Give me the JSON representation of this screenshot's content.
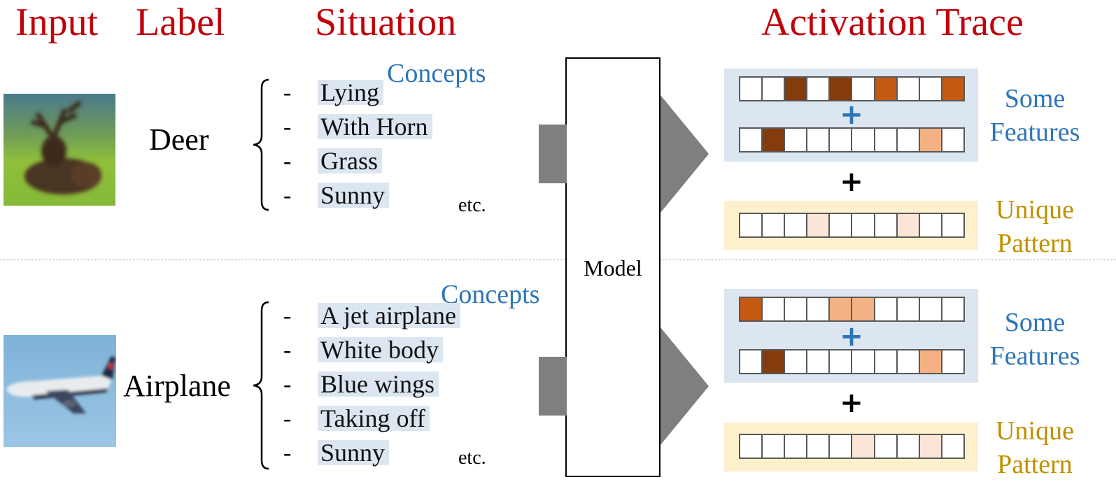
{
  "headers": {
    "input": "Input",
    "label": "Label",
    "situation": "Situation",
    "activation_trace": "Activation Trace"
  },
  "model_label": "Model",
  "rows": [
    {
      "label": "Deer",
      "image_icon": "deer-thumbnail",
      "concepts_label": "Concepts",
      "items": [
        "Lying",
        "With Horn",
        "Grass",
        "Sunny"
      ],
      "dash": "-",
      "etc": "etc.",
      "features_label_line1": "Some",
      "features_label_line2": "Features",
      "pattern_label_line1": "Unique",
      "pattern_label_line2": "Pattern",
      "plus": "+",
      "feature_bars": [
        [
          "#ffffff",
          "#ffffff",
          "#843c0c",
          "#ffffff",
          "#843c0c",
          "#ffffff",
          "#c55a11",
          "#ffffff",
          "#ffffff",
          "#c55a11"
        ],
        [
          "#ffffff",
          "#843c0c",
          "#ffffff",
          "#ffffff",
          "#ffffff",
          "#ffffff",
          "#ffffff",
          "#ffffff",
          "#f4b183",
          "#ffffff"
        ]
      ],
      "pattern_bar": [
        "#ffffff",
        "#ffffff",
        "#ffffff",
        "#fbe5d6",
        "#ffffff",
        "#ffffff",
        "#ffffff",
        "#fbe5d6",
        "#ffffff",
        "#ffffff"
      ]
    },
    {
      "label": "Airplane",
      "image_icon": "airplane-thumbnail",
      "concepts_label": "Concepts",
      "items": [
        "A jet airplane",
        "White body",
        "Blue wings",
        "Taking off",
        "Sunny"
      ],
      "dash": "-",
      "etc": "etc.",
      "features_label_line1": "Some",
      "features_label_line2": "Features",
      "pattern_label_line1": "Unique",
      "pattern_label_line2": "Pattern",
      "plus": "+",
      "feature_bars": [
        [
          "#c55a11",
          "#ffffff",
          "#ffffff",
          "#ffffff",
          "#f4b183",
          "#f4b183",
          "#ffffff",
          "#ffffff",
          "#ffffff",
          "#ffffff"
        ],
        [
          "#ffffff",
          "#843c0c",
          "#ffffff",
          "#ffffff",
          "#ffffff",
          "#ffffff",
          "#ffffff",
          "#ffffff",
          "#f4b183",
          "#ffffff"
        ]
      ],
      "pattern_bar": [
        "#ffffff",
        "#ffffff",
        "#ffffff",
        "#ffffff",
        "#ffffff",
        "#fbe5d6",
        "#ffffff",
        "#ffffff",
        "#fbe5d6",
        "#ffffff"
      ]
    }
  ],
  "colors": {
    "header": "#c0000a",
    "concepts": "#2e75b6",
    "features": "#2e75b6",
    "pattern": "#bf9000",
    "arrow": "#7f7f7f",
    "panel_blue": "#dce6f1",
    "panel_gold": "#fdf0cc",
    "plus_blue": "#2e75b6",
    "plus_black": "#000000"
  }
}
